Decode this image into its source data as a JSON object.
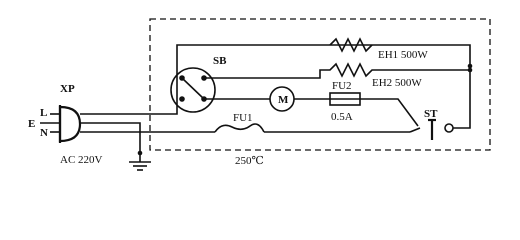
{
  "labels": {
    "plug": "XP",
    "live": "L",
    "earth": "E",
    "neutral": "N",
    "supply": "AC 220V",
    "selector": "SB",
    "heater1": "EH1 500W",
    "heater2": "EH2 500W",
    "motor": "M",
    "fuse1": "FU1",
    "fuse1_rating": "250℃",
    "fuse2": "FU2",
    "fuse2_rating": "0.5A",
    "thermostat": "ST"
  }
}
